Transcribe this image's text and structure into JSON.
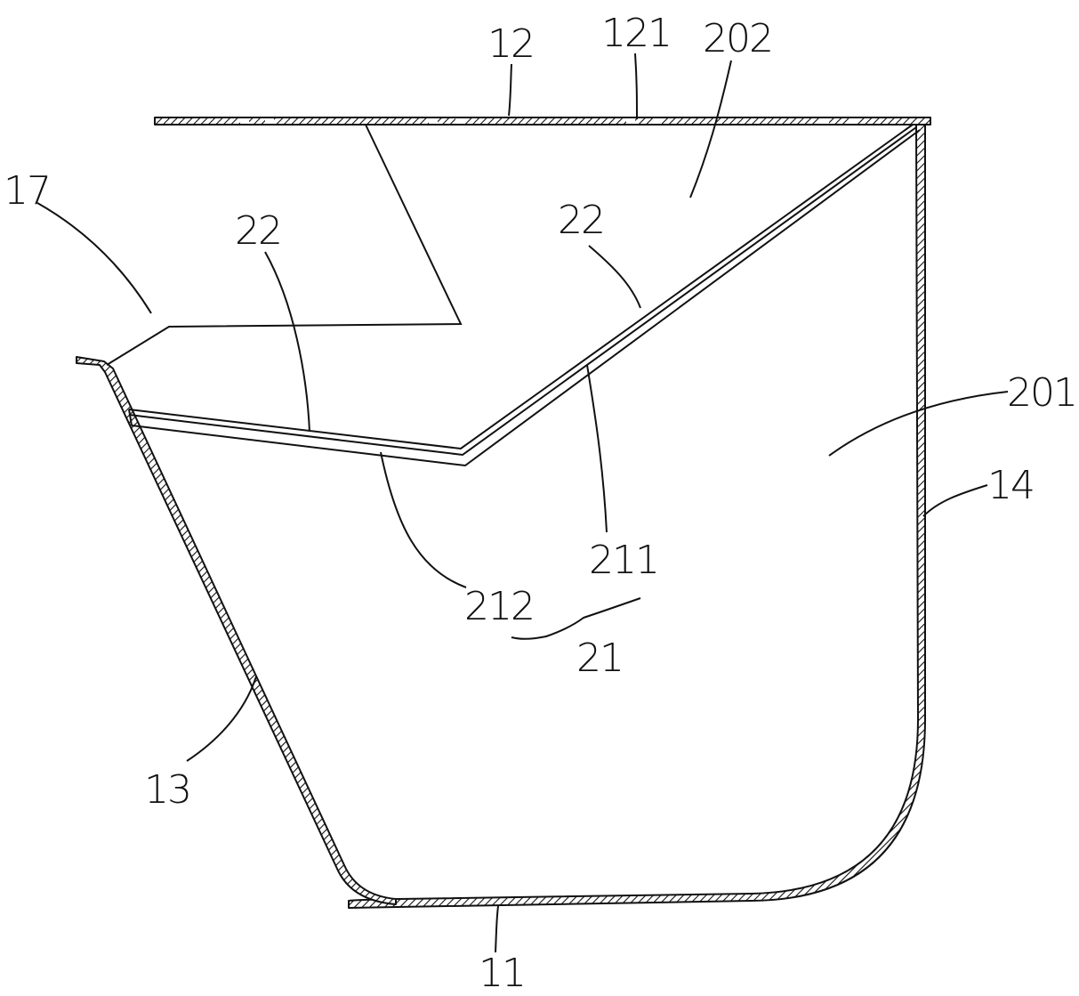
{
  "labels": {
    "l12": "12",
    "l121": "121",
    "l202": "202",
    "l17": "17",
    "l22a": "22",
    "l22b": "22",
    "l201": "201",
    "l14": "14",
    "l211": "211",
    "l212": "212",
    "l21": "21",
    "l13": "13",
    "l11": "11"
  }
}
